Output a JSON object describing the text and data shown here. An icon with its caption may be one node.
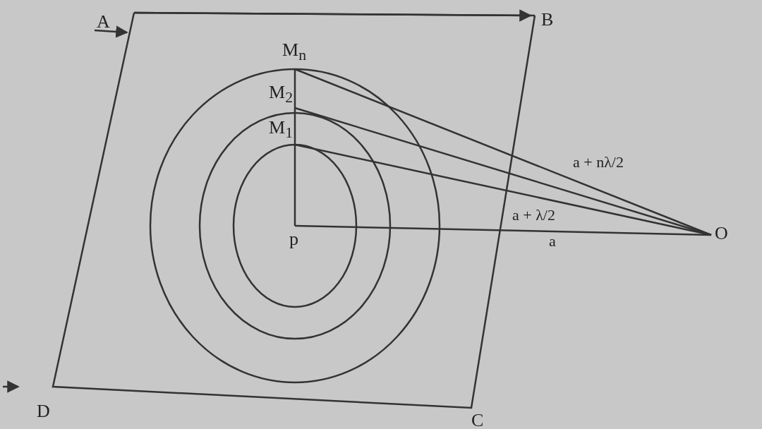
{
  "diagram": {
    "nodes": [
      {
        "text": [
          "M$_{n}$"
        ]
      },
      {
        "text": [
          "M$_{2}$"
        ]
      },
      {
        "text": [
          "M$_{1}$"
        ]
      },
      {
        "text": [
          "p"
        ]
      },
      {
        "text": [
          "O"
        ]
      }
    ],
    "edges": [
      {
        "from": 0,
        "to": 4,
        "arrow": "none",
        "label": "a + nλ/2"
      },
      {
        "from": 1,
        "to": 4,
        "arrow": "none"
      },
      {
        "from": 2,
        "to": 4,
        "arrow": "none",
        "label": "a + λ/2"
      },
      {
        "from": 3,
        "to": 4,
        "arrow": "none",
        "label": "a"
      },
      {
        "from": 0,
        "to": 1,
        "arrow": "none"
      },
      {
        "from": 1,
        "to": 2,
        "arrow": "none"
      },
      {
        "from": 2,
        "to": 3,
        "arrow": "none"
      }
    ],
    "labels": [
      "A",
      "B",
      "D",
      "C"
    ]
  }
}
